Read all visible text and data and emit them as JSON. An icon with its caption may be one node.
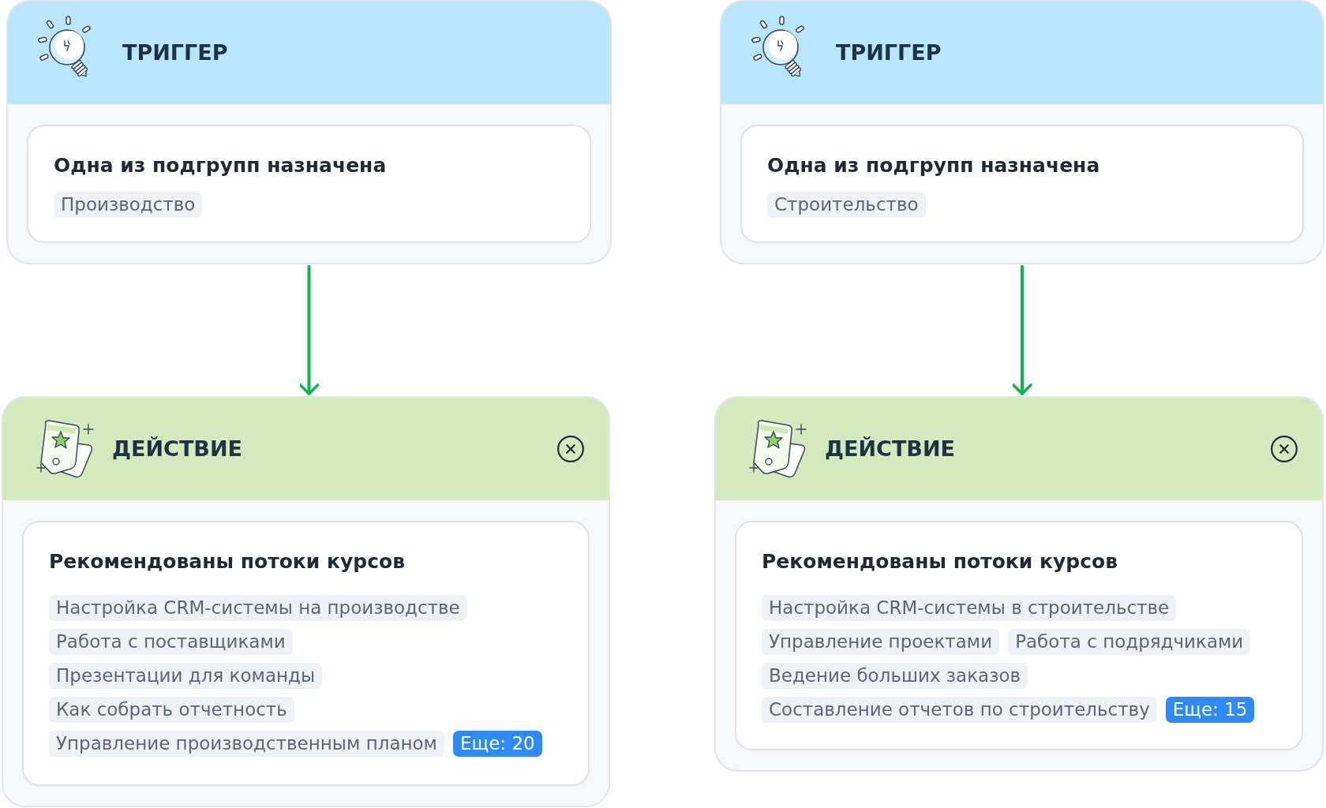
{
  "diagram": {
    "nodes": [
      {
        "text": [
          "ТРИГГЕР"
        ]
      },
      {
        "text": [
          "Одна из подгрупп назначена"
        ],
        "in": 0
      },
      {
        "text": [
          "Производство"
        ],
        "in": 1
      },
      {
        "text": [
          "ТРИГГЕР"
        ]
      },
      {
        "text": [
          "Одна из подгрупп назначена"
        ],
        "in": 3
      },
      {
        "text": [
          "Строительство"
        ],
        "in": 4
      },
      {
        "text": [
          "ДЕЙСТВИЕ"
        ]
      },
      {
        "text": [
          "Рекомендованы потоки курсов"
        ],
        "in": 6
      },
      {
        "text": [
          "Настройка CRM-системы на производстве"
        ],
        "in": 7
      },
      {
        "text": [
          "Работа с поставщиками"
        ],
        "in": 7
      },
      {
        "text": [
          "Презентации для команды"
        ],
        "in": 7
      },
      {
        "text": [
          "Как собрать отчетность"
        ],
        "in": 7
      },
      {
        "text": [
          "Управление производственным планом"
        ],
        "in": 7
      },
      {
        "text": [
          "Еще: 20"
        ],
        "in": 7
      },
      {
        "text": [
          "ДЕЙСТВИЕ"
        ]
      },
      {
        "text": [
          "Рекомендованы потоки курсов"
        ],
        "in": 14
      },
      {
        "text": [
          "Настройка CRM-системы в строительстве"
        ],
        "in": 15
      },
      {
        "text": [
          "Управление проектами"
        ],
        "in": 15
      },
      {
        "text": [
          "Работа с подрядчиками"
        ],
        "in": 15
      },
      {
        "text": [
          "Ведение больших заказов"
        ],
        "in": 15
      },
      {
        "text": [
          "Составление отчетов по строительству"
        ],
        "in": 15
      },
      {
        "text": [
          "Еще: 15"
        ],
        "in": 15
      }
    ],
    "edges": [
      {
        "from": 0,
        "to": 6,
        "arrow": "to"
      },
      {
        "from": 3,
        "to": 14,
        "arrow": "to"
      }
    ]
  }
}
